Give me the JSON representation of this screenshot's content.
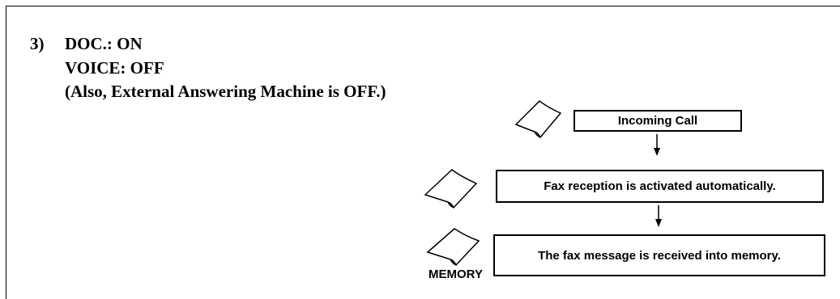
{
  "header": {
    "number": "3)",
    "line1": "DOC.: ON",
    "line2": "VOICE: OFF",
    "line3": "(Also, External Answering Machine is OFF.)"
  },
  "flow": {
    "step1": "Incoming Call",
    "step2": "Fax reception is activated automatically.",
    "step3": "The fax message is received into memory.",
    "memory_label": "MEMORY"
  },
  "icons": [
    "document-icon",
    "document-icon",
    "document-icon",
    "arrow-down-icon",
    "arrow-down-icon"
  ]
}
